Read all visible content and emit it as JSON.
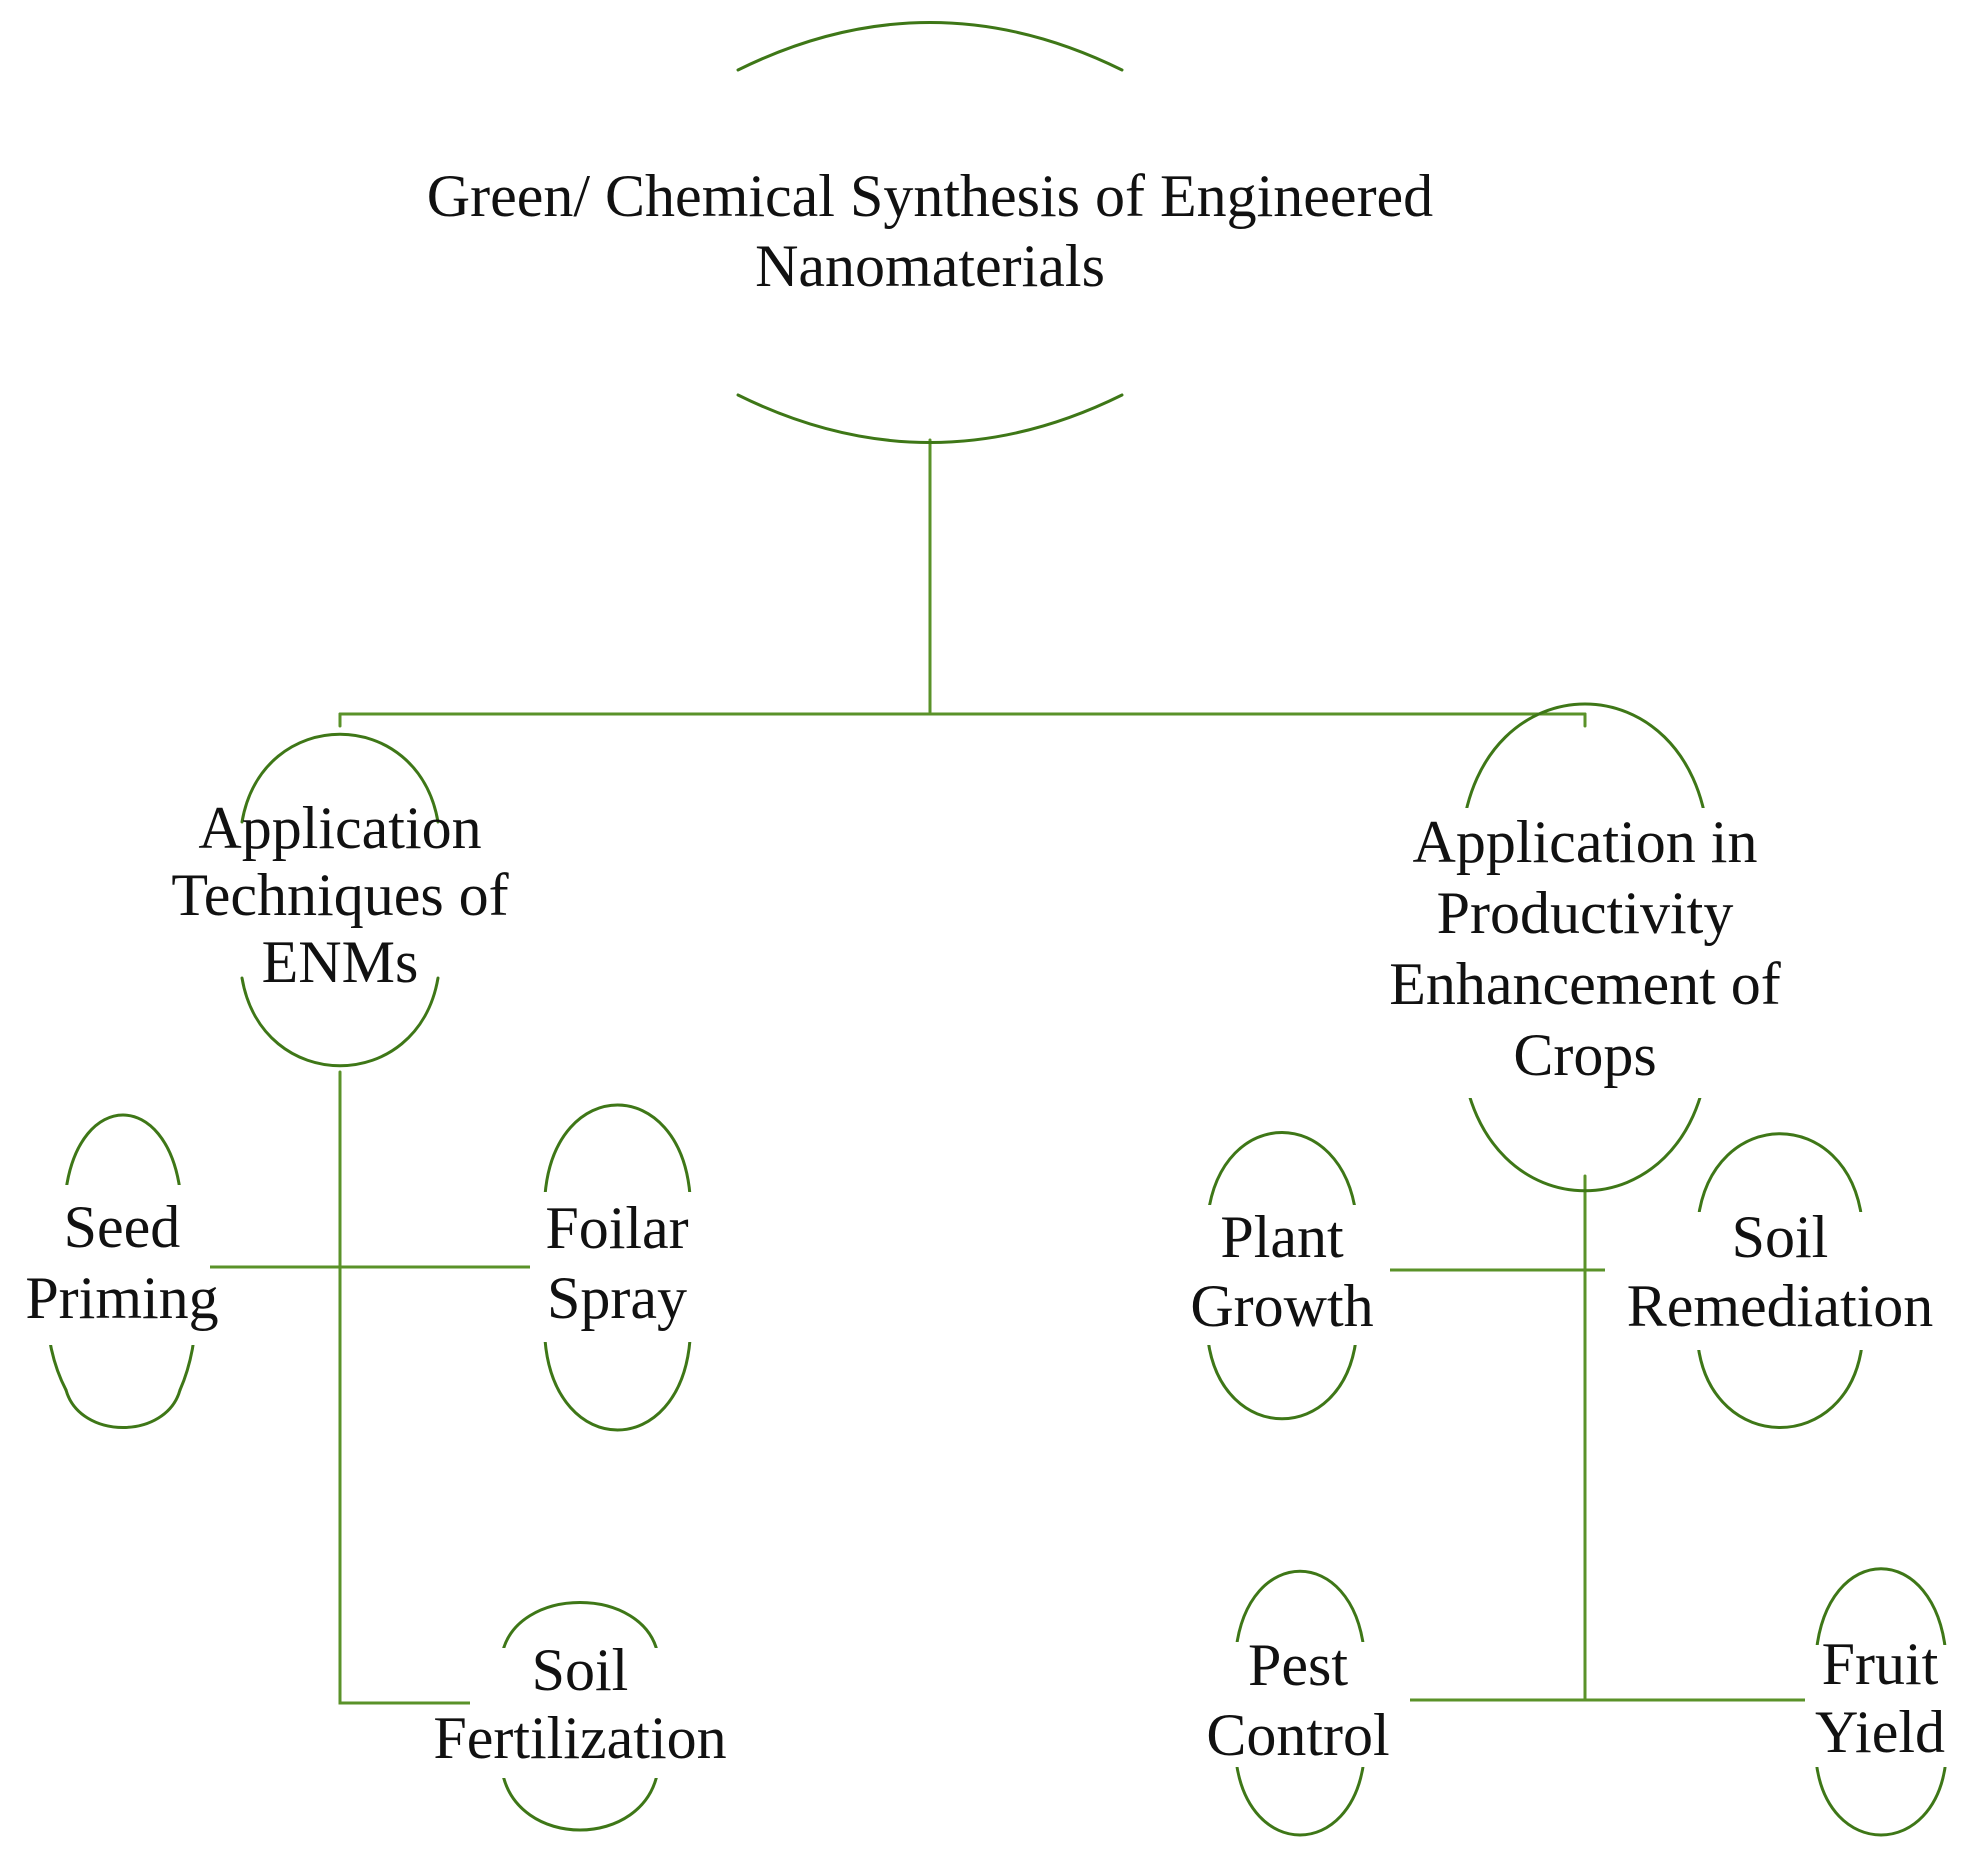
{
  "colors": {
    "outline": "#3e7717",
    "connector": "#5a9229",
    "text": "#111111",
    "background": "#ffffff"
  },
  "root": {
    "lines": [
      "Green/ Chemical Synthesis of Engineered",
      "Nanomaterials"
    ]
  },
  "branches": [
    {
      "key": "techniques",
      "lines": [
        "Application",
        "Techniques of",
        "ENMs"
      ],
      "children": [
        {
          "key": "seed-priming",
          "lines": [
            "Seed",
            "Priming"
          ]
        },
        {
          "key": "foliar-spray",
          "lines": [
            "Foilar",
            "Spray"
          ]
        },
        {
          "key": "soil-fertilization",
          "lines": [
            "Soil",
            "Fertilization"
          ]
        }
      ]
    },
    {
      "key": "productivity",
      "lines": [
        "Application in",
        "Productivity",
        "Enhancement of",
        "Crops"
      ],
      "children": [
        {
          "key": "plant-growth",
          "lines": [
            "Plant",
            "Growth"
          ]
        },
        {
          "key": "soil-remediation",
          "lines": [
            "Soil",
            "Remediation"
          ]
        },
        {
          "key": "pest-control",
          "lines": [
            "Pest",
            "Control"
          ]
        },
        {
          "key": "fruit-yield",
          "lines": [
            "Fruit",
            "Yield"
          ]
        }
      ]
    }
  ]
}
